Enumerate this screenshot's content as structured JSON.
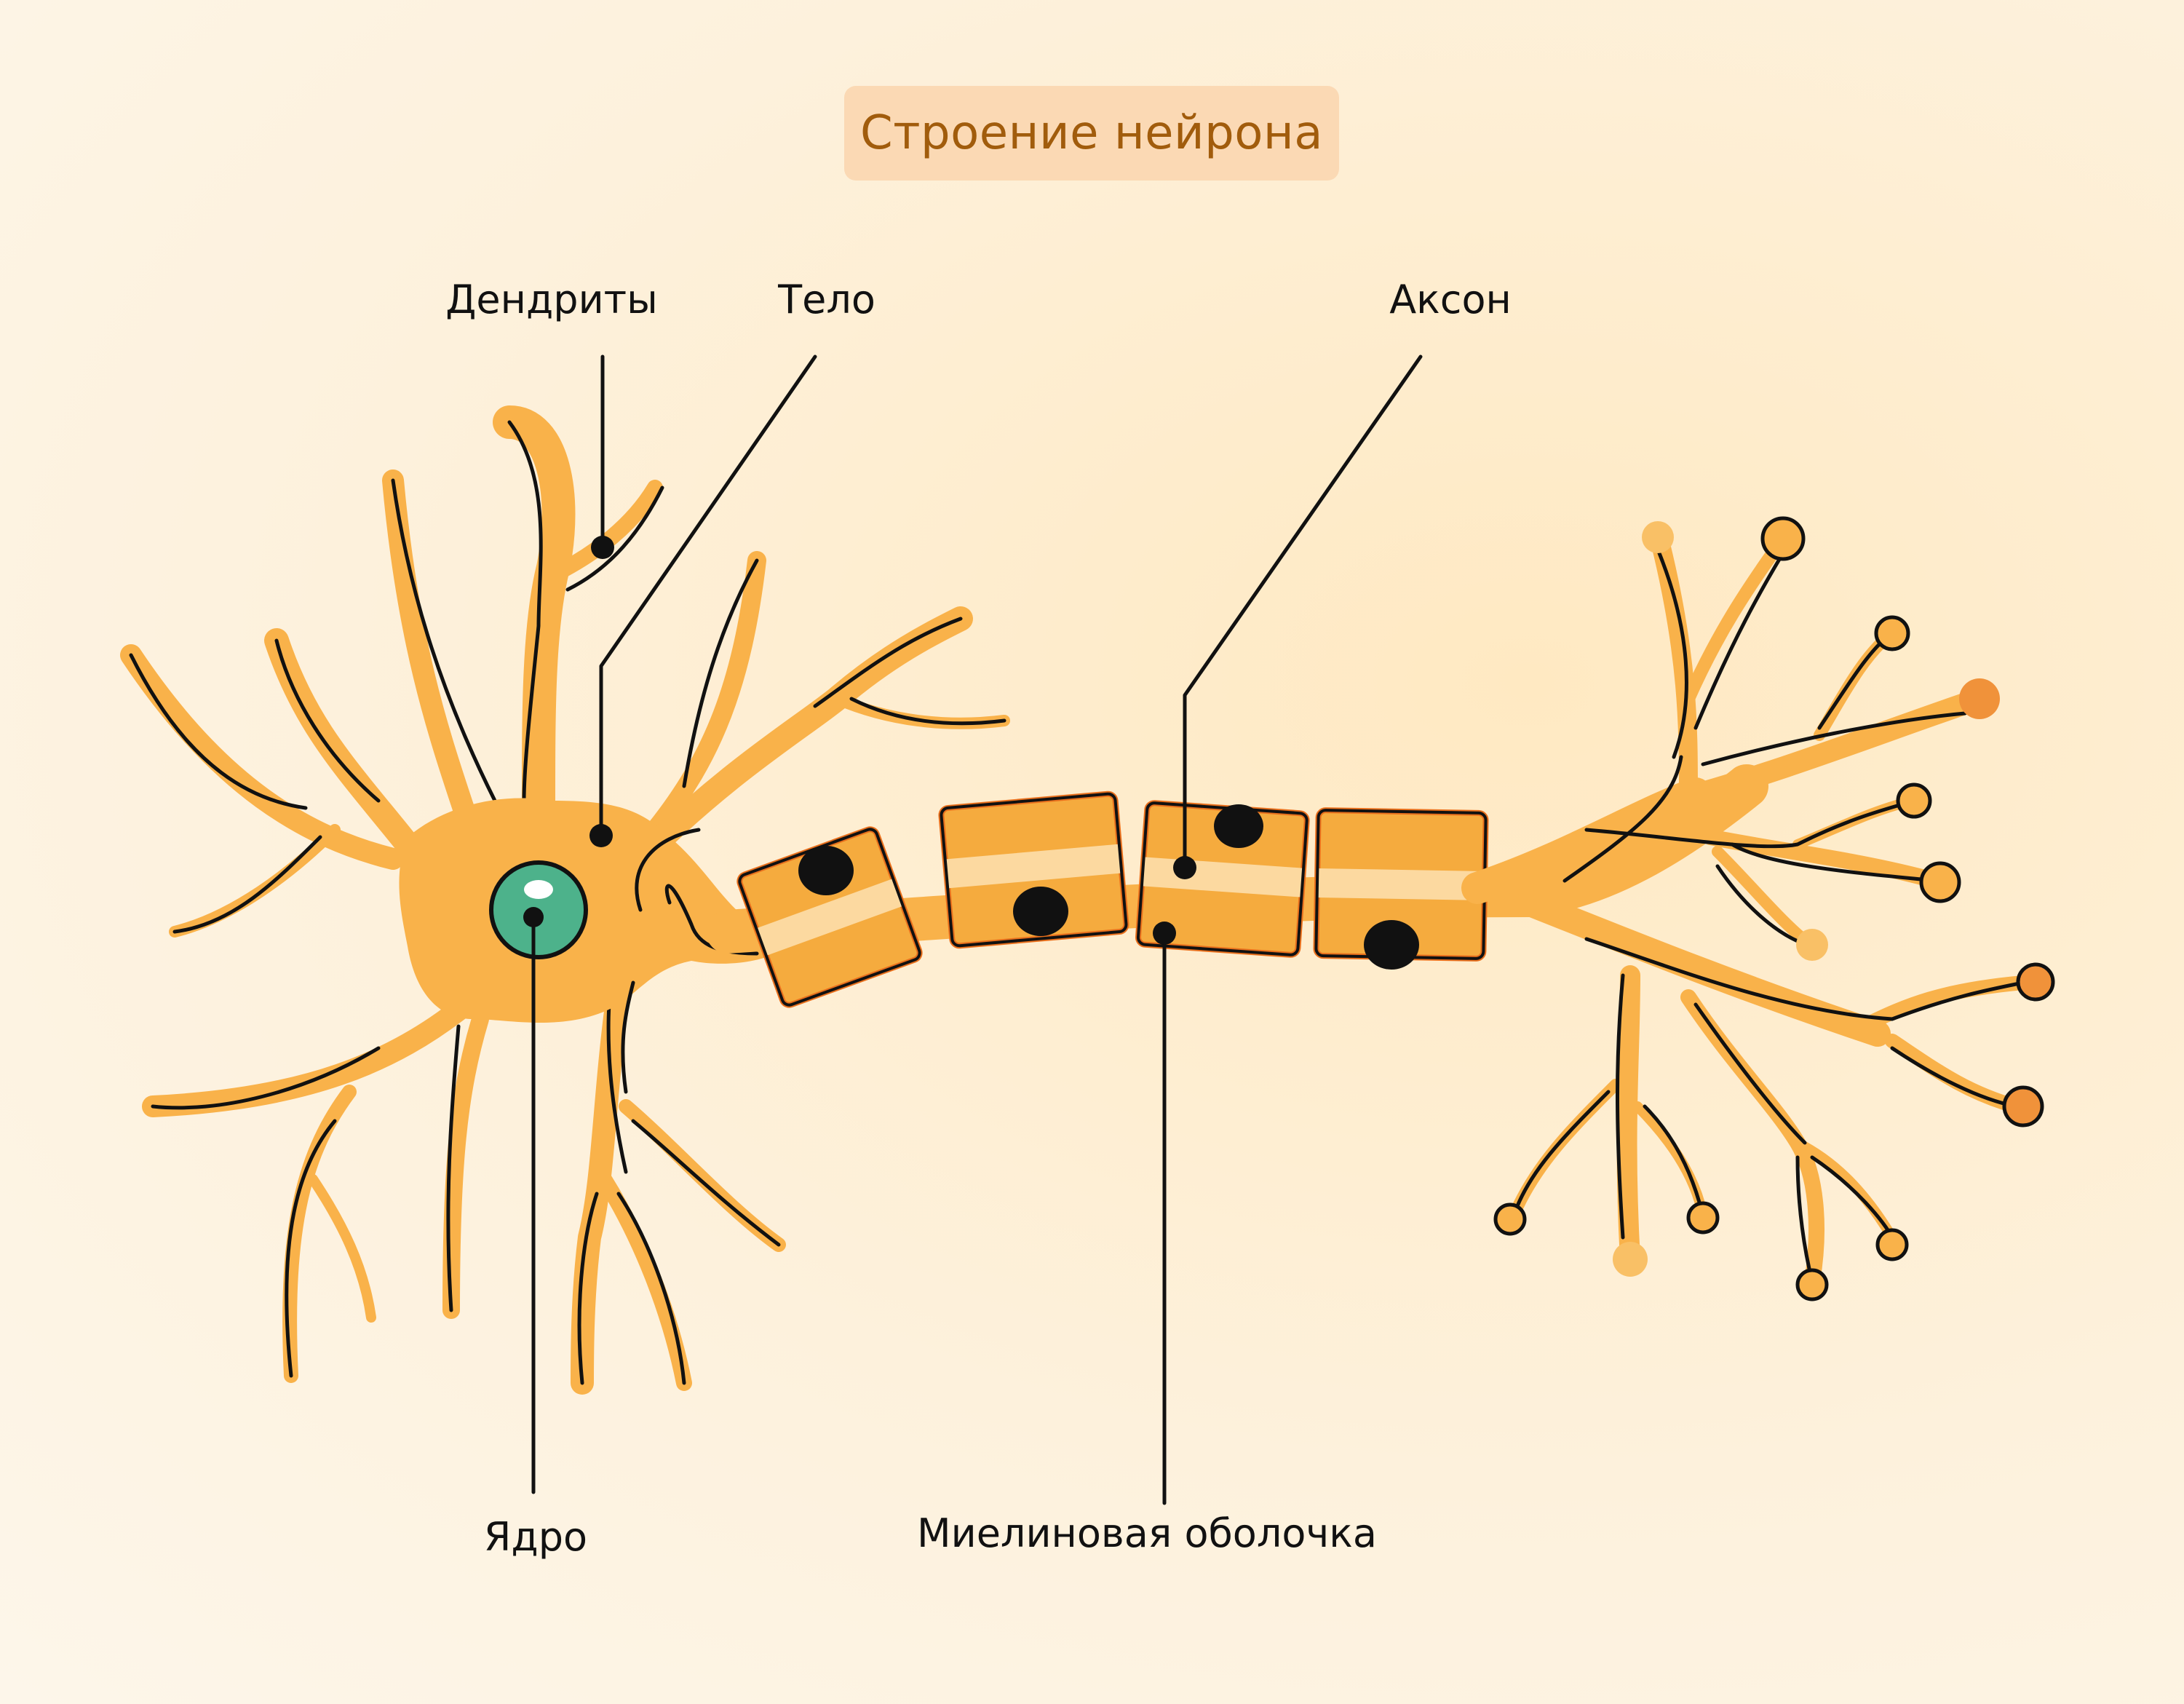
{
  "title": "Строение нейрона",
  "labels": {
    "dendrites": "Дендриты",
    "body": "Тело",
    "axon": "Аксон",
    "nucleus": "Ядро",
    "myelin": "Миелиновая оболочка"
  },
  "colors": {
    "neuron_fill": "#f9b24a",
    "myelin_stripe": "#fcd9a0",
    "myelin_border": "#e86f1c",
    "nucleus_fill": "#4db28b",
    "schwann_nucleus": "#111111",
    "title_text": "#a15c0c",
    "title_bg": "#fbd9b4"
  }
}
